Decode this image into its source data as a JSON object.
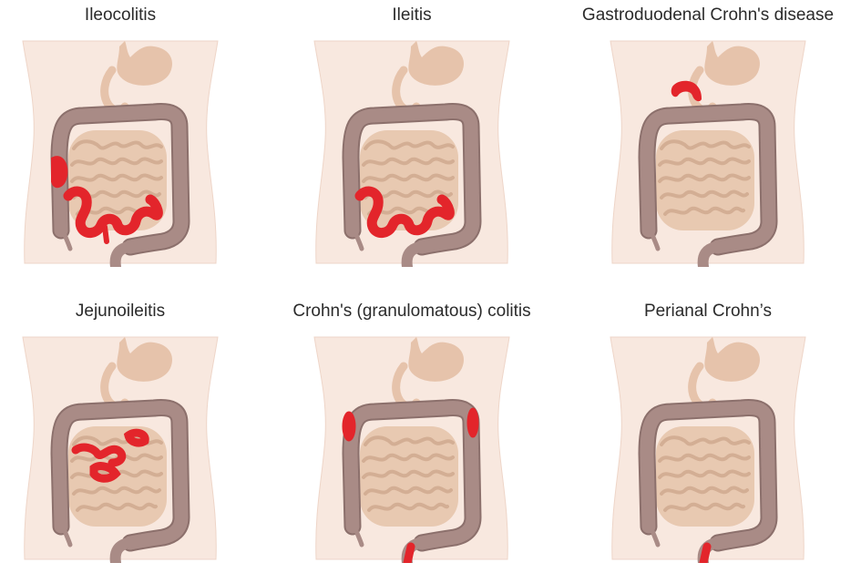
{
  "colors": {
    "body": "#f8e8df",
    "body_edge": "#eed5c8",
    "stomach": "#e6c3ab",
    "small_intestine": "#e8c9b1",
    "small_intestine_line": "#d3ae94",
    "colon": "#a98b86",
    "colon_edge": "#8c706c",
    "inflammation": "#e3252b"
  },
  "panels": [
    {
      "title": "Ileocolitis",
      "highlights": [
        "terminal-ileum",
        "cecum"
      ]
    },
    {
      "title": "Ileitis",
      "highlights": [
        "terminal-ileum"
      ]
    },
    {
      "title": "Gastroduodenal Crohn's disease",
      "highlights": [
        "stomach-duodenum"
      ]
    },
    {
      "title": "Jejunoileitis",
      "highlights": [
        "jejunum"
      ]
    },
    {
      "title": "Crohn's (granulomatous) colitis",
      "highlights": [
        "hepatic-flexure",
        "splenic-flexure",
        "rectum"
      ]
    },
    {
      "title": "Perianal Crohn’s",
      "highlights": [
        "anus"
      ]
    }
  ]
}
